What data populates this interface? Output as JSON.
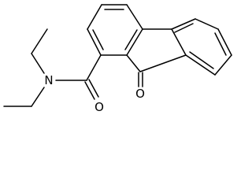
{
  "molecule": {
    "atoms": {
      "nitrogen": "N",
      "carbonyl_oxygen_amide": "O",
      "carbonyl_oxygen_ketone": "O"
    }
  },
  "colors": {
    "bond": "#000000",
    "label": "#000000",
    "background": "#ffffff"
  }
}
